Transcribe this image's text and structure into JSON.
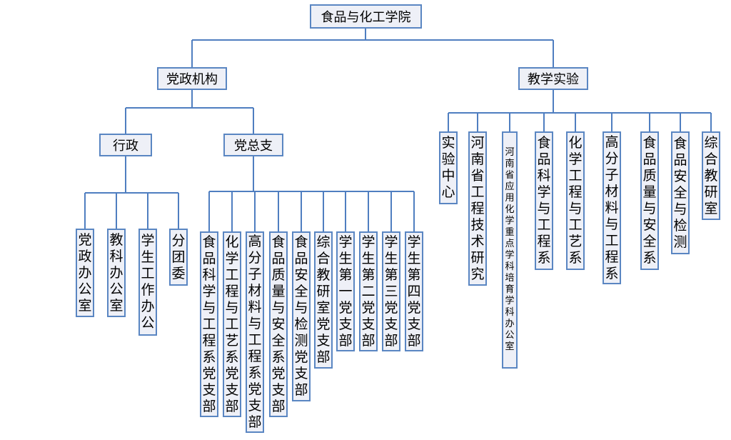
{
  "root": {
    "label": "食品与化工学院"
  },
  "party": {
    "label": "党政机构",
    "admin": {
      "label": "行政",
      "children": [
        "党政办公室",
        "教科办公室",
        "学生工作办公",
        "分团委"
      ]
    },
    "branch": {
      "label": "党总支",
      "children": [
        "食品科学与工程系党支部",
        "化学工程与工艺系党支部",
        "高分子材料与工程系党支部",
        "食品质量与安全系党支部",
        "食品安全与检测党支部",
        "综合教研室党支部",
        "学生第一党支部",
        "学生第二党支部",
        "学生第三党支部",
        "学生第四党支部"
      ]
    }
  },
  "teaching": {
    "label": "教学实验",
    "children": [
      "实验中心",
      "河南省工程技术研究",
      "河南省应用化学重点学科培育学科办公室",
      "食品科学与工程系",
      "化学工程与工艺系",
      "高分子材料与工程系",
      "食品质量与安全系",
      "食品安全与检测",
      "综合教研室"
    ]
  },
  "colors": {
    "line": "#4f7ec0",
    "border": "#5a86c2",
    "fill": "#eef0f7"
  }
}
